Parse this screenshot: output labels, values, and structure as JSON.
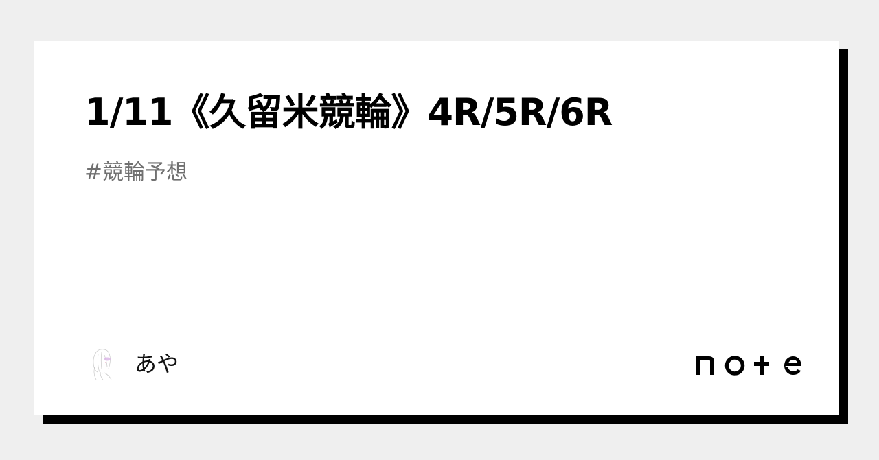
{
  "card": {
    "title": "1/11《久留米競輪》4R/5R/6R",
    "hashtag": "#競輪予想",
    "author": {
      "name": "あや",
      "avatar_icon": "avatar-illustration-icon"
    },
    "brand": {
      "logo_text": "note",
      "logo_icon": "note-logo-icon"
    }
  },
  "colors": {
    "background": "#efefef",
    "card": "#ffffff",
    "shadow": "#000000",
    "title": "#000000",
    "hashtag": "#707070"
  }
}
